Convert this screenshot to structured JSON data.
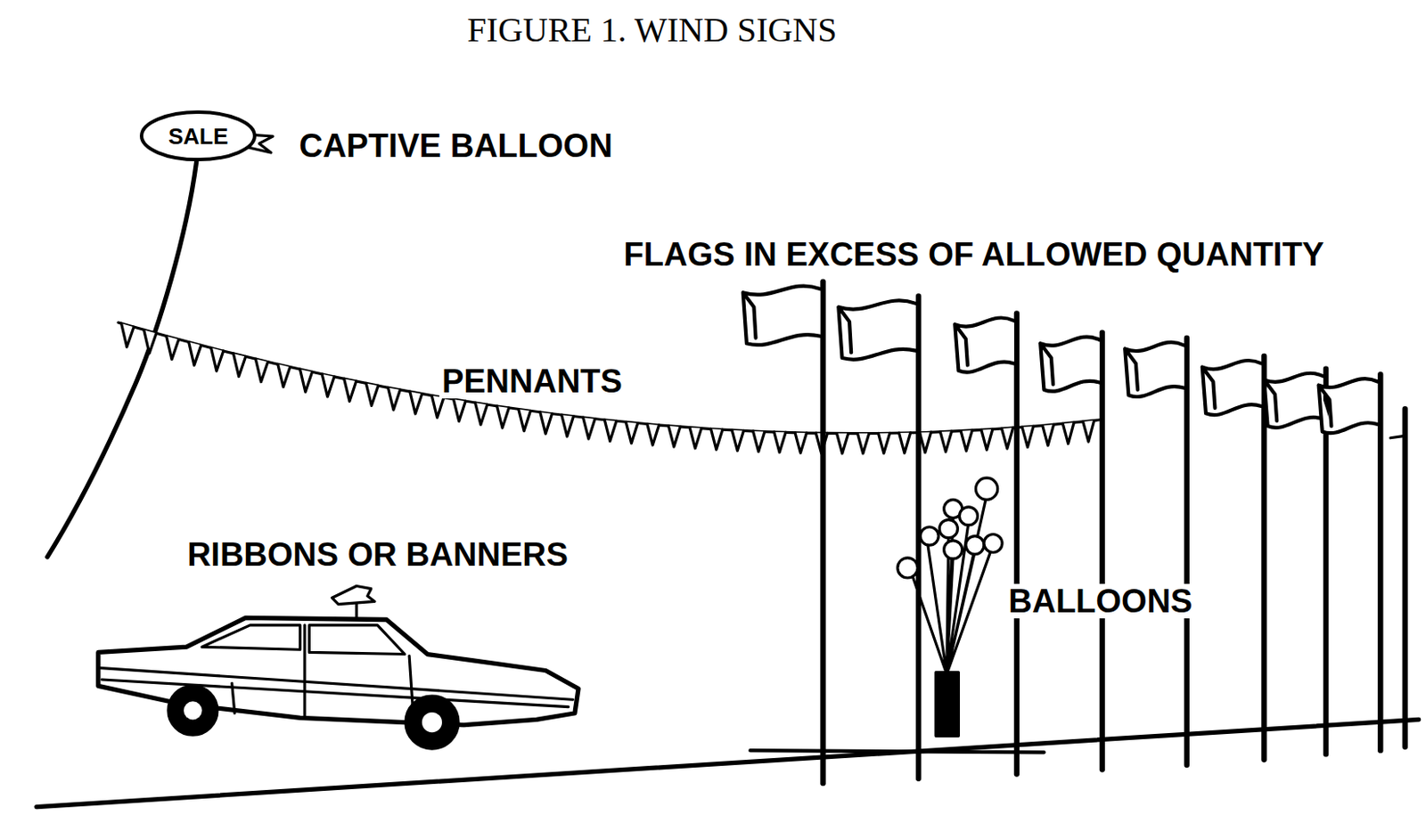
{
  "diagram": {
    "title": "FIGURE 1. WIND SIGNS",
    "nodes": [
      {
        "text": [
          "SALE"
        ]
      }
    ],
    "labels": [
      "CAPTIVE BALLOON",
      "FLAGS IN EXCESS OF ALLOWED QUANTITY",
      "PENNANTS",
      "RIBBONS OR BANNERS",
      "BALLOONS"
    ]
  }
}
